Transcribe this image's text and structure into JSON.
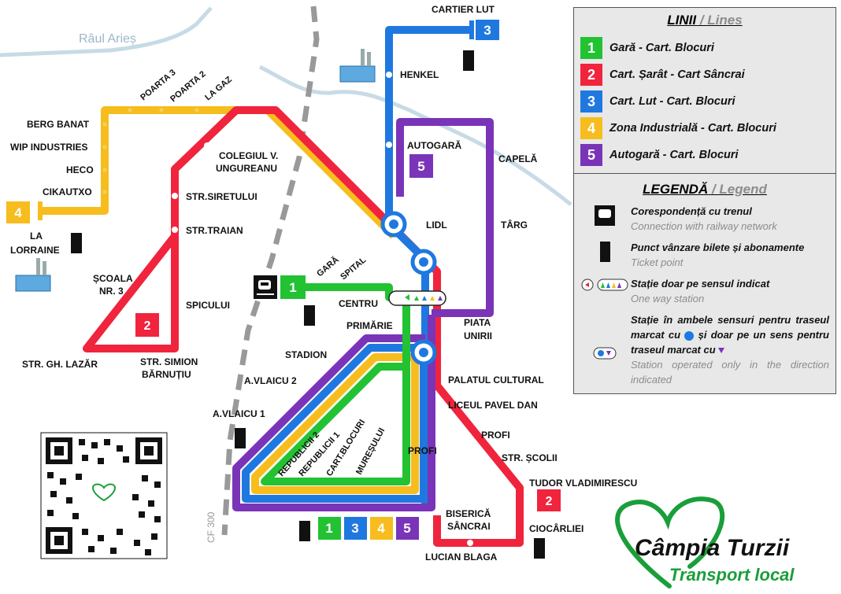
{
  "colors": {
    "line1": "#22c233",
    "line2": "#f0243c",
    "line3": "#1f78e0",
    "line4": "#f7bd1e",
    "line5": "#7a34b8",
    "rail": "#999999",
    "river": "#c7dbe6",
    "brand_green": "#1a9e3a"
  },
  "river_label": "Râul Arieș",
  "railway_label": "CF 300",
  "legend": {
    "lines_title_ro": "LINII",
    "lines_title_sep": " / ",
    "lines_title_en": "Lines",
    "lines": [
      {
        "num": "1",
        "name": "Gară - Cart. Blocuri"
      },
      {
        "num": "2",
        "name": "Cart. Șarât - Cart Sâncrai"
      },
      {
        "num": "3",
        "name": "Cart. Lut - Cart. Blocuri"
      },
      {
        "num": "4",
        "name": "Zona Industrială - Cart. Blocuri"
      },
      {
        "num": "5",
        "name": "Autogară - Cart. Blocuri"
      }
    ],
    "legend_title_ro": "LEGENDĂ",
    "legend_title_sep": " / ",
    "legend_title_en": "Legend",
    "items": [
      {
        "ro": "Corespondență cu trenul",
        "en": "Connection with railway network",
        "icon": "train-icon"
      },
      {
        "ro": "Punct vânzare bilete și abonamente",
        "en": "Ticket point",
        "icon": "ticket-machine-icon"
      },
      {
        "ro": "Stație doar pe sensul indicat",
        "en": "One way station",
        "icon": "one-way-station-icon"
      },
      {
        "ro_a": "Stație în ambele sensuri pentru traseul marcat cu",
        "ro_b": "și doar pe un sens pentru traseul marcat cu",
        "en": "Station operated only in the direction indicated",
        "icon": "mixed-direction-station-icon"
      }
    ]
  },
  "brand": {
    "name": "Câmpia Turzii",
    "subtitle": "Transport local"
  },
  "map": {
    "terminal_labels": {
      "line3": "3",
      "line4": "4",
      "line1": "1",
      "line5": "5",
      "line2a": "2",
      "line2b": "2"
    },
    "bottom_badges": [
      "1",
      "3",
      "4",
      "5"
    ],
    "stops": {
      "cartier_lut": "CARTIER LUT",
      "henkel": "HENKEL",
      "autogara": "AUTOGARĂ",
      "capela": "CAPELĂ",
      "targ": "TÂRG",
      "lidl": "LIDL",
      "la_gaz": "LA GAZ",
      "poarta2": "POARTA 2",
      "poarta3": "POARTA 3",
      "berg_banat": "BERG BANAT",
      "wip": "WIP INDUSTRIES",
      "heco": "HECO",
      "cikautxo": "CIKAUTXO",
      "la_lorraine_1": "LA",
      "la_lorraine_2": "LORRAINE",
      "colegiu_1": "COLEGIUL V.",
      "colegiu_2": "UNGUREANU",
      "siretului": "STR.SIRETULUI",
      "traian": "STR.TRAIAN",
      "scoala_1": "ȘCOALA",
      "scoala_2": "NR. 3",
      "spicului": "SPICULUI",
      "lazar": "STR. GH. LAZĂR",
      "simion_1": "STR. SIMION",
      "simion_2": "BĂRNUȚIU",
      "gara": "GARĂ",
      "spital": "SPITAL",
      "centru": "CENTRU",
      "primarie": "PRIMĂRIE",
      "piata_1": "PIATA",
      "piata_2": "UNIRII",
      "stadion": "STADION",
      "palatul": "PALATUL CULTURAL",
      "liceul": "LICEUL PAVEL DAN",
      "avlaicu2": "A.VLAICU 2",
      "avlaicu1": "A.VLAICU 1",
      "rep2": "REPUBLICII 2",
      "rep1": "REPUBLICII 1",
      "cartblocuri": "CART.BLOCURI",
      "muresului": "MUREȘULUI",
      "profi_inner": "PROFI",
      "profi": "PROFI",
      "scolii": "STR. ȘCOLII",
      "tudor": "TUDOR VLADIMIRESCU",
      "biserica_1": "BISERICĂ",
      "biserica_2": "SÂNCRAI",
      "ciocarliei": "CIOCÂRLIEI",
      "lucian": "LUCIAN BLAGA"
    }
  }
}
